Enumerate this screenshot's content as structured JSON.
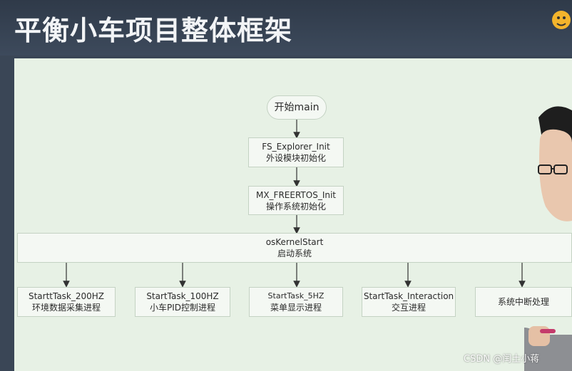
{
  "slide": {
    "title": "平衡小车项目整体框架"
  },
  "flow": {
    "start": "开始main",
    "step1": {
      "line1": "FS_Explorer_Init",
      "line2": "外设模块初始化"
    },
    "step2": {
      "line1": "MX_FREERTOS_Init",
      "line2": "操作系统初始化"
    },
    "kernel": {
      "line1": "osKernelStart",
      "line2": "启动系统"
    },
    "tasks": [
      {
        "line1": "StarttTask_200HZ",
        "line2": "环境数据采集进程"
      },
      {
        "line1": "StartTask_100HZ",
        "line2": "小车PID控制进程"
      },
      {
        "line1": "StartTask_5HZ",
        "line2": "菜单显示进程"
      },
      {
        "line1": "StartTask_Interaction",
        "line2": "交互进程"
      },
      {
        "line1": "",
        "line2": "系统中断处理"
      }
    ]
  },
  "watermark": "CSDN @闰土小蒋",
  "colors": {
    "background_panel": "#e7f1e5",
    "title_bar": "#3a4656",
    "box_border": "#c4d2c3"
  }
}
